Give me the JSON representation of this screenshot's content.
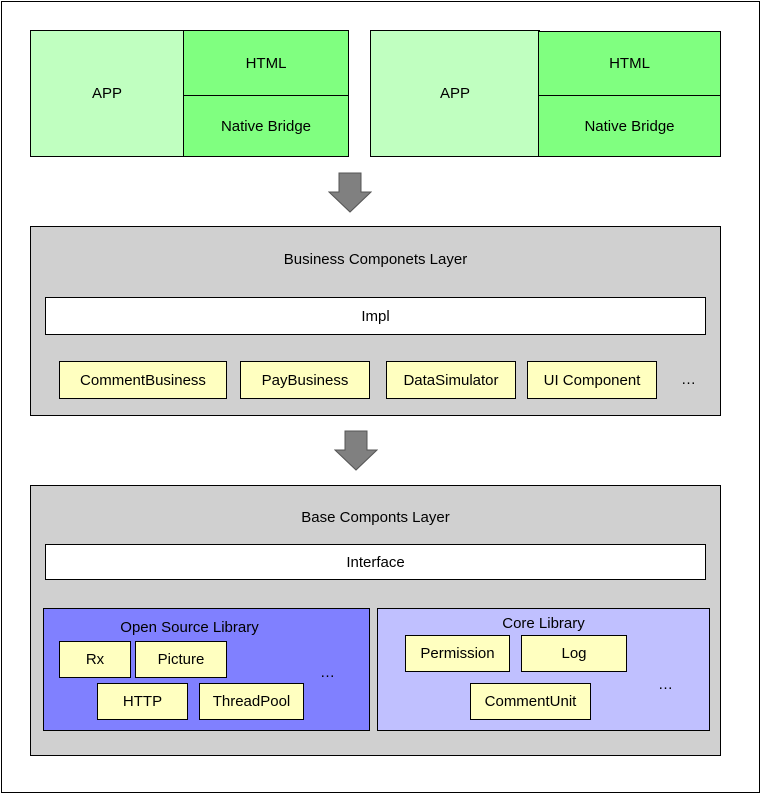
{
  "top_groups": [
    {
      "app": "APP",
      "html": "HTML",
      "bridge": "Native Bridge"
    },
    {
      "app": "APP",
      "html": "HTML",
      "bridge": "Native Bridge"
    }
  ],
  "business_layer": {
    "title": "Business Componets Layer",
    "impl": "Impl",
    "components": [
      "CommentBusiness",
      "PayBusiness",
      "DataSimulator",
      "UI Component"
    ],
    "more": "…"
  },
  "base_layer": {
    "title": "Base Componts Layer",
    "interface": "Interface",
    "open_source": {
      "title": "Open Source  Library",
      "items": [
        "Rx",
        "Picture",
        "HTTP",
        "ThreadPool"
      ],
      "more": "…"
    },
    "core": {
      "title": "Core Library",
      "items": [
        "Permission",
        "Log",
        "CommentUnit"
      ],
      "more": "…"
    }
  },
  "colors": {
    "app": "#c0ffc0",
    "html": "#80ff80",
    "layer": "#d0d0d0",
    "component": "#ffffc0",
    "open_source": "#8080ff",
    "core": "#c0c0ff",
    "arrow": "#808080"
  }
}
